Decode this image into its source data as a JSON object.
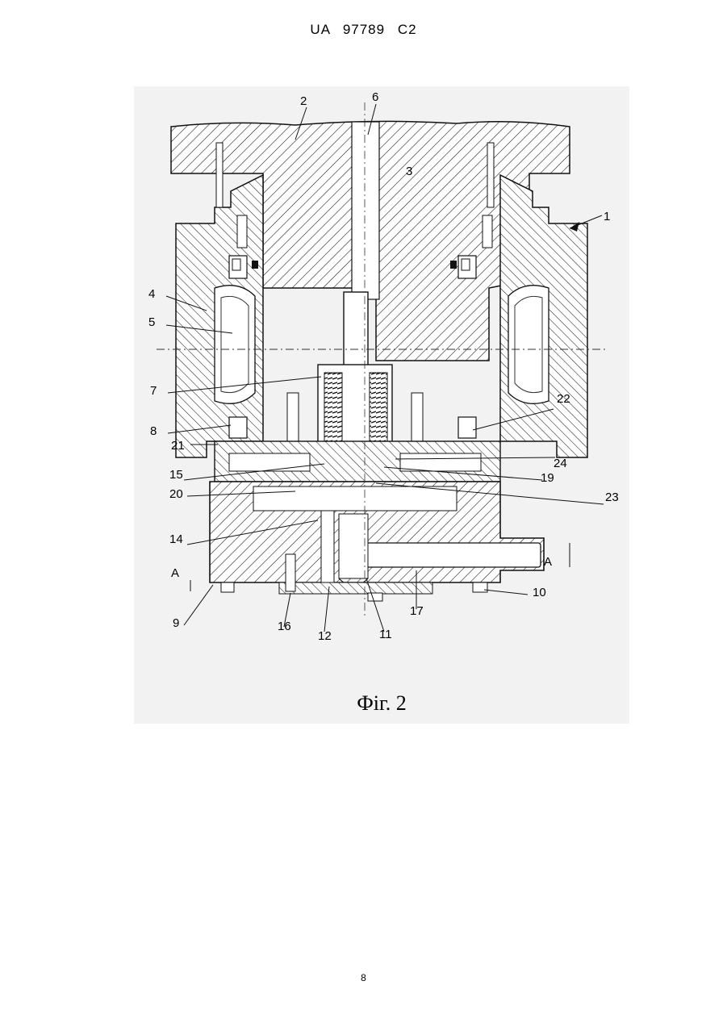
{
  "header": {
    "doc_id": "UA   97789   C2"
  },
  "figure": {
    "caption": "Фіг. 2",
    "labels": {
      "l1": "1",
      "l2": "2",
      "l3": "3",
      "l4": "4",
      "l5": "5",
      "l6": "6",
      "l7": "7",
      "l8": "8",
      "l9": "9",
      "l10": "10",
      "l11": "11",
      "l12": "12",
      "l14": "14",
      "l15": "15",
      "l16": "16",
      "l17": "17",
      "l19": "19",
      "l20": "20",
      "l21": "21",
      "l22": "22",
      "l23": "23",
      "l24": "24",
      "la_left": "A",
      "la_right": "A"
    }
  },
  "footer": {
    "page_number": "8"
  }
}
